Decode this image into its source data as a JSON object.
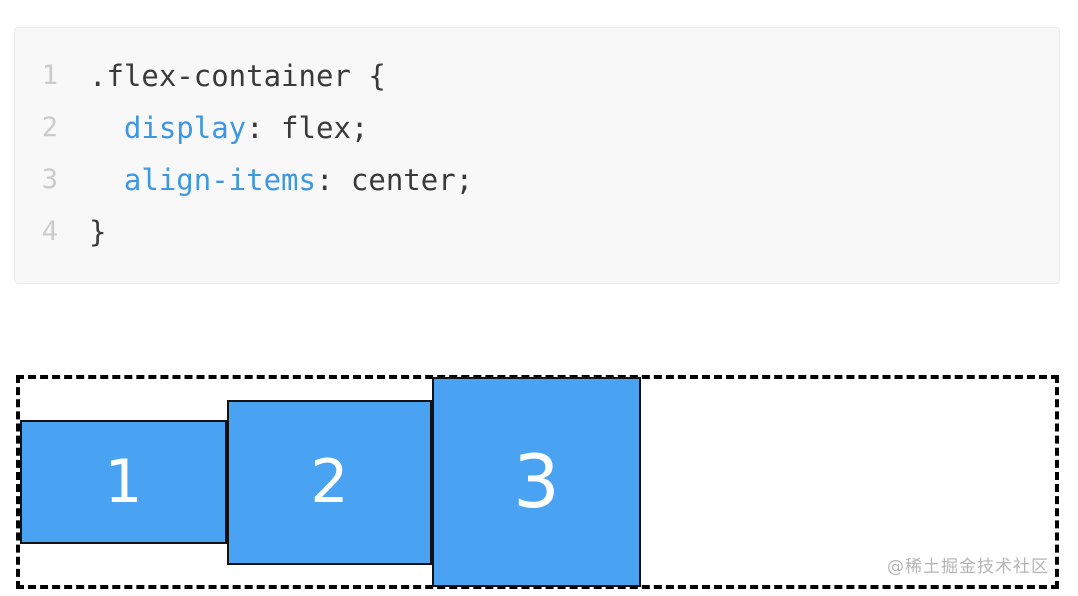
{
  "code_block": {
    "background": "#f8f8f8",
    "border_color": "#ececec",
    "text_color": "#3a3a3a",
    "keyword_color": "#3e97e2",
    "line_number_color": "#cbcbcb",
    "lines": [
      {
        "num": "1",
        "pre": ".flex-container {",
        "keyword": "",
        "post": ""
      },
      {
        "num": "2",
        "pre": "  ",
        "keyword": "display",
        "post": ": flex;"
      },
      {
        "num": "3",
        "pre": "  ",
        "keyword": "align-items",
        "post": ": center;"
      },
      {
        "num": "4",
        "pre": "}",
        "keyword": "",
        "post": ""
      }
    ]
  },
  "demo": {
    "container_border_color": "#000000",
    "container_border_style": "dashed",
    "item_fill_color": "#49a3f2",
    "item_border_color": "#111111",
    "item_text_color": "#ffffff",
    "items": [
      {
        "label": "1"
      },
      {
        "label": "2"
      },
      {
        "label": "3"
      }
    ]
  },
  "watermark": {
    "text": "@稀土掘金技术社区",
    "color": "#b5b5b5"
  }
}
